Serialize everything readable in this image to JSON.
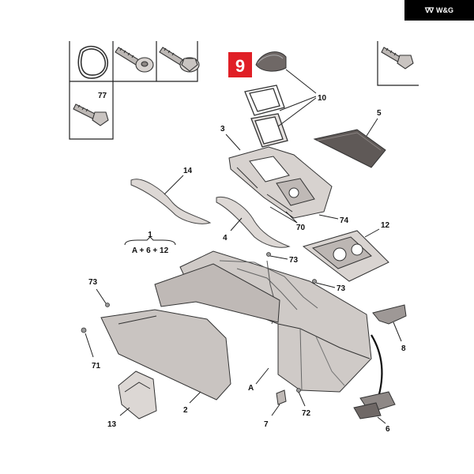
{
  "brand": {
    "mark": "∇∇",
    "text": "W&G"
  },
  "labels": {
    "highlight": "9",
    "p10": "10",
    "p5": "5",
    "p3": "3",
    "p14": "14",
    "p70": "70",
    "p74": "74",
    "p12": "12",
    "p4": "4",
    "p1": "1",
    "formula": "A + 6 + 12",
    "p73a": "73",
    "p73b": "73",
    "p73c": "73",
    "p71": "71",
    "p8": "8",
    "p77": "77",
    "pA": "A",
    "p72": "72",
    "p2": "2",
    "p13": "13",
    "p7": "7",
    "p6": "6"
  },
  "colors": {
    "highlight_bg": "#e01f26",
    "line": "#222222",
    "part_fill": "#d7d2cf",
    "part_dark": "#7a7472",
    "panel_fill": "#c9c4c1"
  }
}
